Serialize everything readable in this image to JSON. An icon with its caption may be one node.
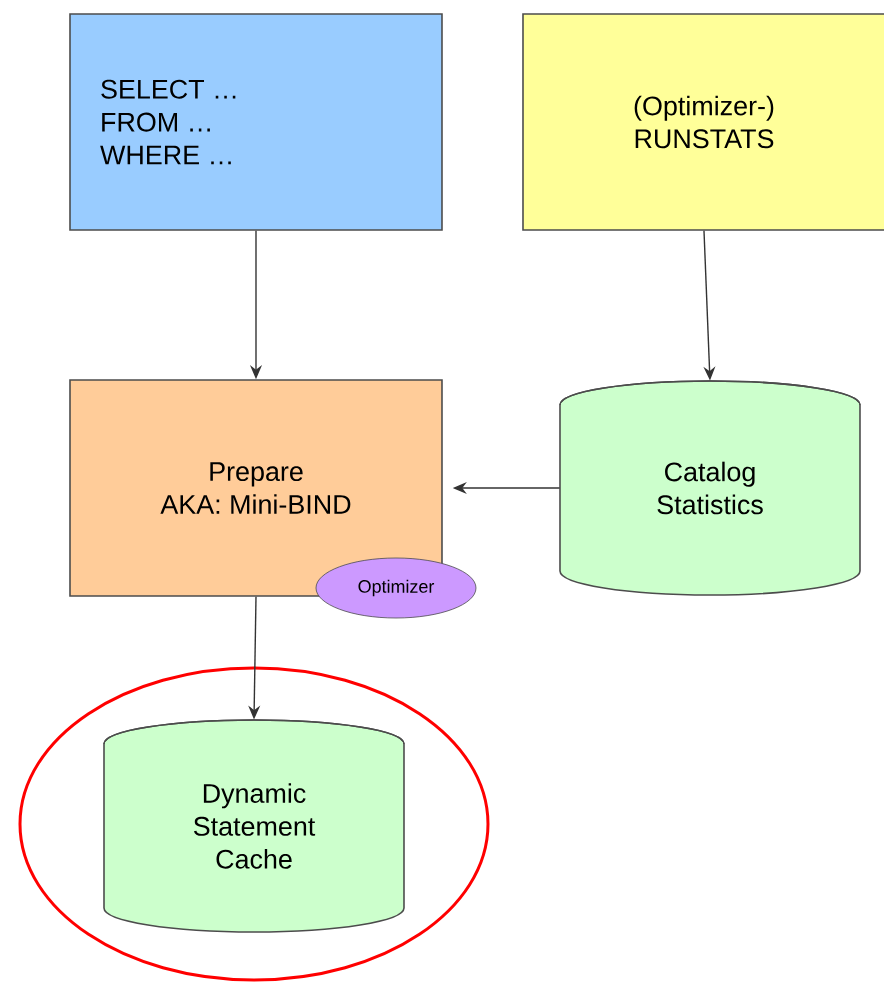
{
  "diagram": {
    "nodes": [
      {
        "text": [
          "SELECT …",
          "FROM …",
          "WHERE …"
        ]
      },
      {
        "text": [
          "(Optimizer-) RUNSTATS"
        ]
      },
      {
        "text": [
          "Prepare",
          "AKA: Mini-BIND"
        ]
      },
      {
        "text": [
          "Catalog Statistics"
        ]
      },
      {
        "text": [
          "Optimizer"
        ]
      },
      {
        "text": [],
        "shape": "circle"
      },
      {
        "text": [
          "Dynamic Statement Cache"
        ],
        "in": 5
      }
    ],
    "edges": [
      {
        "from": 0,
        "to": 2,
        "arrow": "to"
      },
      {
        "from": 1,
        "to": 3,
        "arrow": "to"
      },
      {
        "from": 3,
        "to": 2,
        "arrow": "to"
      },
      {
        "from": 2,
        "to": 6,
        "arrow": "to"
      }
    ]
  }
}
